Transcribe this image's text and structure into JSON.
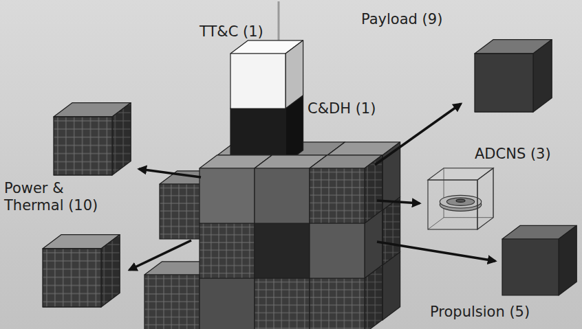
{
  "diagram": {
    "nodes": [
      {
        "text": [
          "TT&C (1)"
        ]
      },
      {
        "text": [
          "C&DH (1)"
        ]
      },
      {
        "text": [
          "Payload (9)"
        ]
      },
      {
        "text": [
          "ADCNS (3)"
        ]
      },
      {
        "text": [
          "Propulsion (5)"
        ]
      }
    ],
    "labels": [
      "Power & Thermal (10)"
    ]
  }
}
